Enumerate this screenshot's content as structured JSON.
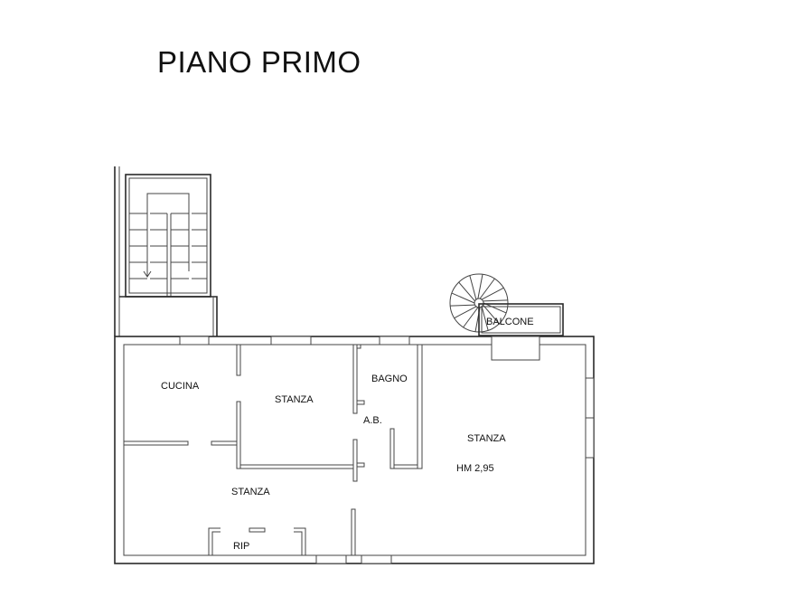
{
  "plan": {
    "title": "PIANO PRIMO",
    "rooms": {
      "cucina": "CUCINA",
      "stanza_top": "STANZA",
      "bagno": "BAGNO",
      "ab": "A.B.",
      "stanza_right": "STANZA",
      "height": "HM 2,95",
      "stanza_bottom": "STANZA",
      "rip": "RIP",
      "balcone": "BALCONE"
    }
  }
}
